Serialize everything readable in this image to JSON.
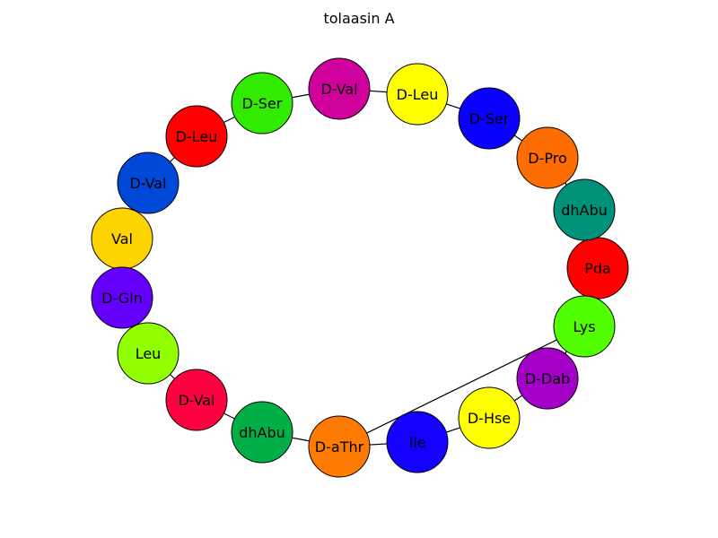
{
  "title": "tolaasin A",
  "nodes": [
    {
      "id": "n1",
      "label": "Pda",
      "color": "#ff0000"
    },
    {
      "id": "n2",
      "label": "dhAbu",
      "color": "#00917a"
    },
    {
      "id": "n3",
      "label": "D-Pro",
      "color": "#ff6d00"
    },
    {
      "id": "n4",
      "label": "D-Ser",
      "color": "#0a00ff"
    },
    {
      "id": "n5",
      "label": "D-Leu",
      "color": "#ffff00"
    },
    {
      "id": "n6",
      "label": "D-Val",
      "color": "#d0009c"
    },
    {
      "id": "n7",
      "label": "D-Ser",
      "color": "#31ec00"
    },
    {
      "id": "n8",
      "label": "D-Leu",
      "color": "#ff0000"
    },
    {
      "id": "n9",
      "label": "D-Val",
      "color": "#0048d8"
    },
    {
      "id": "n10",
      "label": "Val",
      "color": "#ffd300"
    },
    {
      "id": "n11",
      "label": "D-Gln",
      "color": "#6500ff"
    },
    {
      "id": "n12",
      "label": "Leu",
      "color": "#91ff00"
    },
    {
      "id": "n13",
      "label": "D-Val",
      "color": "#ff0040"
    },
    {
      "id": "n14",
      "label": "dhAbu",
      "color": "#00b046"
    },
    {
      "id": "n15",
      "label": "D-aThr",
      "color": "#ff7a00"
    },
    {
      "id": "n16",
      "label": "Ile",
      "color": "#1400ff"
    },
    {
      "id": "n17",
      "label": "D-Hse",
      "color": "#ffff00"
    },
    {
      "id": "n18",
      "label": "D-Dab",
      "color": "#a400c8"
    },
    {
      "id": "n19",
      "label": "Lys",
      "color": "#52ff00"
    }
  ],
  "edges": [
    [
      "n1",
      "n2"
    ],
    [
      "n2",
      "n3"
    ],
    [
      "n3",
      "n4"
    ],
    [
      "n4",
      "n5"
    ],
    [
      "n5",
      "n6"
    ],
    [
      "n6",
      "n7"
    ],
    [
      "n7",
      "n8"
    ],
    [
      "n8",
      "n9"
    ],
    [
      "n9",
      "n10"
    ],
    [
      "n10",
      "n11"
    ],
    [
      "n11",
      "n12"
    ],
    [
      "n12",
      "n13"
    ],
    [
      "n13",
      "n14"
    ],
    [
      "n14",
      "n15"
    ],
    [
      "n15",
      "n16"
    ],
    [
      "n16",
      "n17"
    ],
    [
      "n17",
      "n18"
    ],
    [
      "n18",
      "n19"
    ],
    [
      "n19",
      "n15"
    ]
  ]
}
